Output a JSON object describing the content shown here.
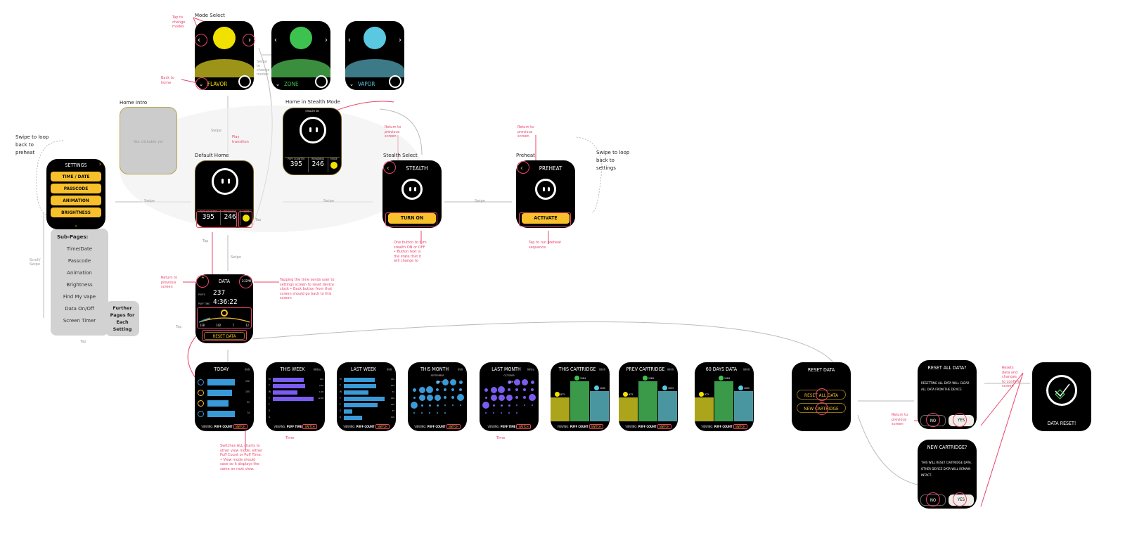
{
  "settings": {
    "title": "SETTINGS",
    "items": [
      "TIME / DATE",
      "PASSCODE",
      "ANIMATION",
      "BRIGHTNESS"
    ],
    "subpages_title": "Sub-Pages:",
    "subpages": [
      "Time/Date",
      "Passcode",
      "Animation",
      "Brightness",
      "Find My Vape",
      "Data On/Off",
      "Screen Timer"
    ],
    "further": "Further Pages for Each Setting",
    "loop_note": "Swipe to loop back to preheat",
    "scroll_note": "Scroll/ Swipe",
    "tap_note": "Tap"
  },
  "mode_select": {
    "label": "Mode Select",
    "modes": [
      {
        "name": "FLAVOR",
        "color": "#f1e100"
      },
      {
        "name": "ZONE",
        "color": "#3ec24f"
      },
      {
        "name": "VAPOR",
        "color": "#5ac8e0"
      }
    ],
    "note_tap": "Tap to change modes",
    "note_back": "Back to home",
    "swipe_note": "Swipe to change modes"
  },
  "home_intro": {
    "label": "Home Intro",
    "overlay": "Not clickable yet"
  },
  "default_home": {
    "label": "Default Home",
    "puff_counter_label": "PUFF COUNTER",
    "remaining_label": "REMAINING",
    "mode_label": "MODE",
    "puff_counter": "395",
    "remaining": "246",
    "swipe_note": "Swipe",
    "play_note": "Play transition",
    "tap_note": "Tap"
  },
  "stealth_home": {
    "label": "Home in Stealth Mode",
    "banner": "STEALTH ON"
  },
  "stealth_select": {
    "label": "Stealth Select",
    "title": "STEALTH",
    "button": "TURN ON",
    "note_return": "Return to previous screen",
    "note_button": "One button to turn stealth ON or OFF • Button text is the state that it will change to"
  },
  "preheat": {
    "label": "Preheat",
    "title": "PREHEAT",
    "button": "ACTIVATE",
    "note_return": "Return to previous screen",
    "note_button": "Tap to run preheat sequence",
    "loop_note": "Swipe to loop back to settings"
  },
  "swipe_label": "Swipe",
  "data_screen": {
    "title": "DATA",
    "time": "2:32PM",
    "puffs_label": "PUFFS",
    "puffs": "237",
    "puff_time_label": "PUFF TIME",
    "puff_time": "4:36:22",
    "scale": [
      "128",
      "102",
      "7",
      "12"
    ],
    "reset_button": "RESET DATA",
    "note_return": "Return to previous screen",
    "note_time": "Tapping the time sends user to settings screen to reset device clock • Back button from that screen should go back to this screen",
    "tap_note": "Tap",
    "swipe_note": "Swipe"
  },
  "charts": {
    "viewing_label": "VIEWING:",
    "switch_label": "SWITCH",
    "switch_note": "Switches ALL charts to other view mode: either Puff Count or Puff Time. • View mode should save so it displays the same on next view.",
    "time_note": "Time",
    "today": {
      "title": "TODAY",
      "tag": "999",
      "mode": "PUFF COUNT",
      "values": [
        0.92,
        0.84,
        0.72,
        0.92
      ],
      "labels": [
        "132",
        "155",
        "31",
        "74"
      ]
    },
    "this_week": {
      "title": "THIS WEEK",
      "tag": "999m",
      "mode": "PUFF TIME",
      "days": [
        "M",
        "T",
        "W",
        "T",
        "F",
        "S",
        "S"
      ],
      "values": [
        0.75,
        0.8,
        0.6,
        1.0,
        0,
        0,
        0
      ],
      "labels": [
        "142",
        "2:40",
        "1:28",
        "12:28"
      ]
    },
    "last_week": {
      "title": "LAST WEEK",
      "tag": "999",
      "mode": "PUFF COUNT",
      "days": [
        "M",
        "T",
        "W",
        "T",
        "F",
        "S",
        "S"
      ],
      "values": [
        0.75,
        0.8,
        0.6,
        1.0,
        0.82,
        0.2,
        0.45
      ],
      "labels": [
        "132",
        "155",
        "31",
        "400",
        "255",
        "57",
        "110"
      ]
    },
    "this_month": {
      "title": "THIS MONTH",
      "tag": "999",
      "month": "SEPTEMBER",
      "mode": "PUFF COUNT",
      "highlight": "99+"
    },
    "last_month": {
      "title": "LAST MONTH",
      "tag": "999m",
      "month": "OCTOBER",
      "mode": "PUFF TIME",
      "highlight": "25H"
    },
    "this_cartridge": {
      "title": "THIS CARTRIDGE",
      "tag": "9999",
      "mode": "PUFF COUNT",
      "values": [
        "873",
        "1284",
        "1032"
      ]
    },
    "prev_cartridge": {
      "title": "PREV CARTRIDGE",
      "tag": "9999",
      "mode": "PUFF COUNT",
      "values": [
        "873",
        "1284",
        "1033"
      ]
    },
    "sixty_days": {
      "title": "60 DAYS DATA",
      "tag": "9999",
      "mode": "PUFF COUNT",
      "values": [
        "873",
        "1284",
        "1032"
      ]
    }
  },
  "chart_data": {
    "type": "bar",
    "title": "Cartridge Puff Count by Mode",
    "categories": [
      "FLAVOR",
      "ZONE",
      "VAPOR"
    ],
    "values": [
      873,
      1284,
      1032
    ]
  },
  "reset_data": {
    "title": "RESET DATA",
    "reset_all": "RESET ALL DATA",
    "new_cartridge": "NEW CARTRIDGE"
  },
  "reset_all_confirm": {
    "title": "RESET ALL DATA?",
    "body": "RESETTING ALL DATA WILL CLEAR ALL DATA FROM THE DEVICE.",
    "no": "NO",
    "yes": "YES",
    "note_return": "Return to previous screen",
    "note_yes": "Resets data and changes to confirm screen"
  },
  "new_cart_confirm": {
    "title": "NEW CARTRIDGE?",
    "body": "THIS WILL RESET CARTRIDGE DATA. OTHER DEVICE DATA WILL REMAIN INTACT.",
    "no": "NO",
    "yes": "YES"
  },
  "data_reset_done": {
    "title": "DATA RESET!"
  },
  "colors": {
    "accent": "#f8c02a",
    "annotation": "#e8456a",
    "bar_blue": "#3a9ad8",
    "bar_purple": "#7b5cf0"
  }
}
